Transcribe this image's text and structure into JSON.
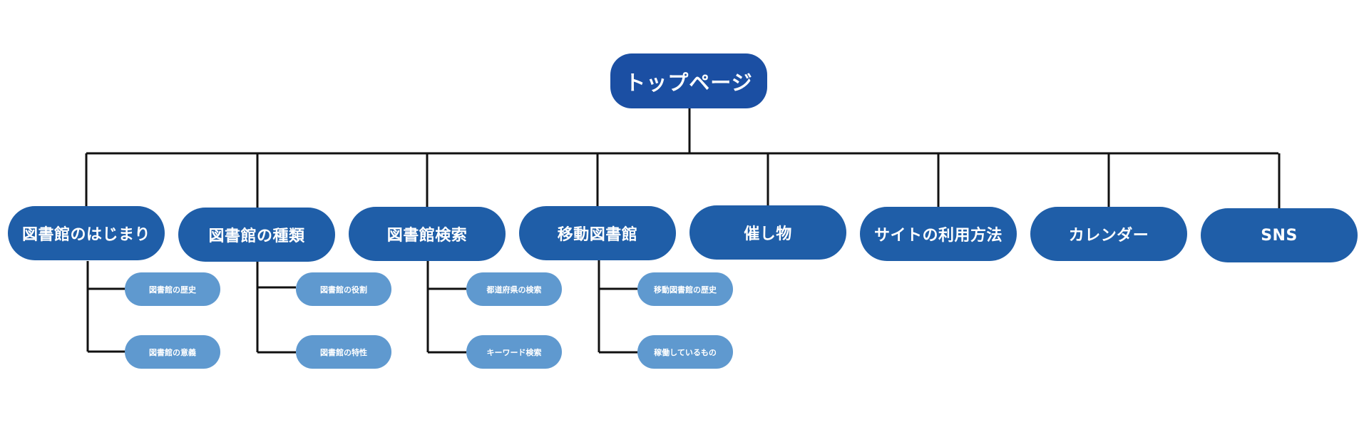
{
  "root": {
    "label": "トップページ"
  },
  "sections": [
    {
      "label": "図書館のはじまり",
      "children": [
        "図書館の歴史",
        "図書館の意義"
      ]
    },
    {
      "label": "図書館の種類",
      "children": [
        "図書館の役割",
        "図書館の特性"
      ]
    },
    {
      "label": "図書館検索",
      "children": [
        "都道府県の検索",
        "キーワード検索"
      ]
    },
    {
      "label": "移動図書館",
      "children": [
        "移動図書館の歴史",
        "稼働しているもの"
      ]
    },
    {
      "label": "催し物",
      "children": []
    },
    {
      "label": "サイトの利用方法",
      "children": []
    },
    {
      "label": "カレンダー",
      "children": []
    },
    {
      "label": "SNS",
      "children": []
    }
  ],
  "colors": {
    "root": "#1b4fa3",
    "section": "#1f5ea8",
    "subsection": "#5f99cf",
    "connector": "#111111"
  }
}
